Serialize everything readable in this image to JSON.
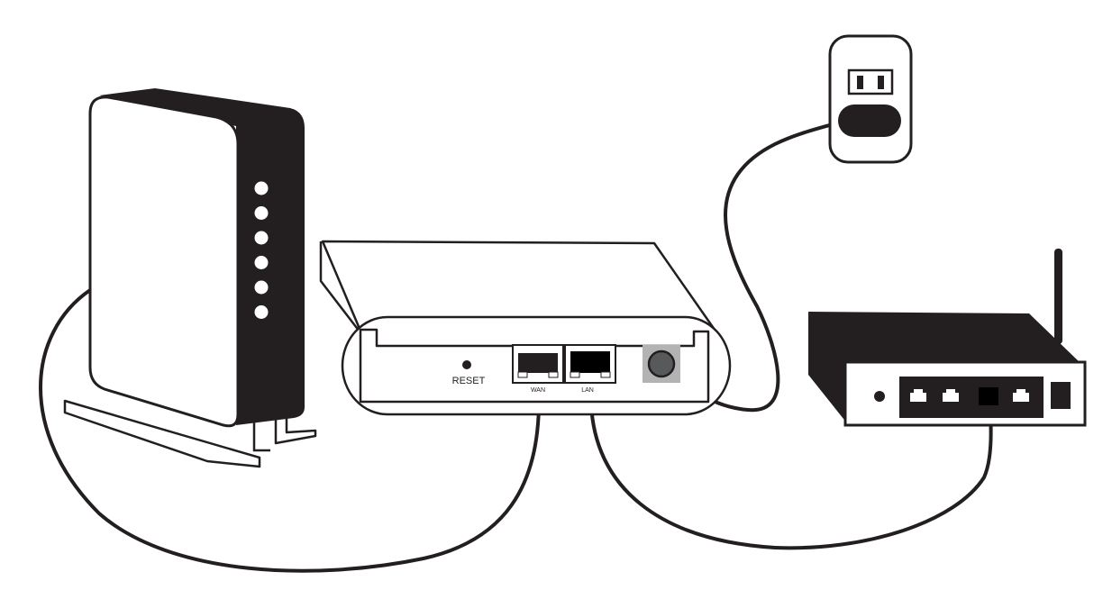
{
  "device_labels": {
    "reset": "RESET",
    "wan": "WAN",
    "lan": "LAN"
  },
  "leds": {
    "modem_led_count": 6
  },
  "colors": {
    "ink": "#231f20",
    "port_fill": "#000000",
    "power_jack_bg": "#b3b3b3",
    "power_jack_dot": "#58595b",
    "background": "#ffffff"
  },
  "icons": {
    "modem": "modem-tower-icon",
    "access_point": "access-point-box-icon",
    "router": "wireless-router-icon",
    "outlet": "wall-outlet-icon"
  }
}
